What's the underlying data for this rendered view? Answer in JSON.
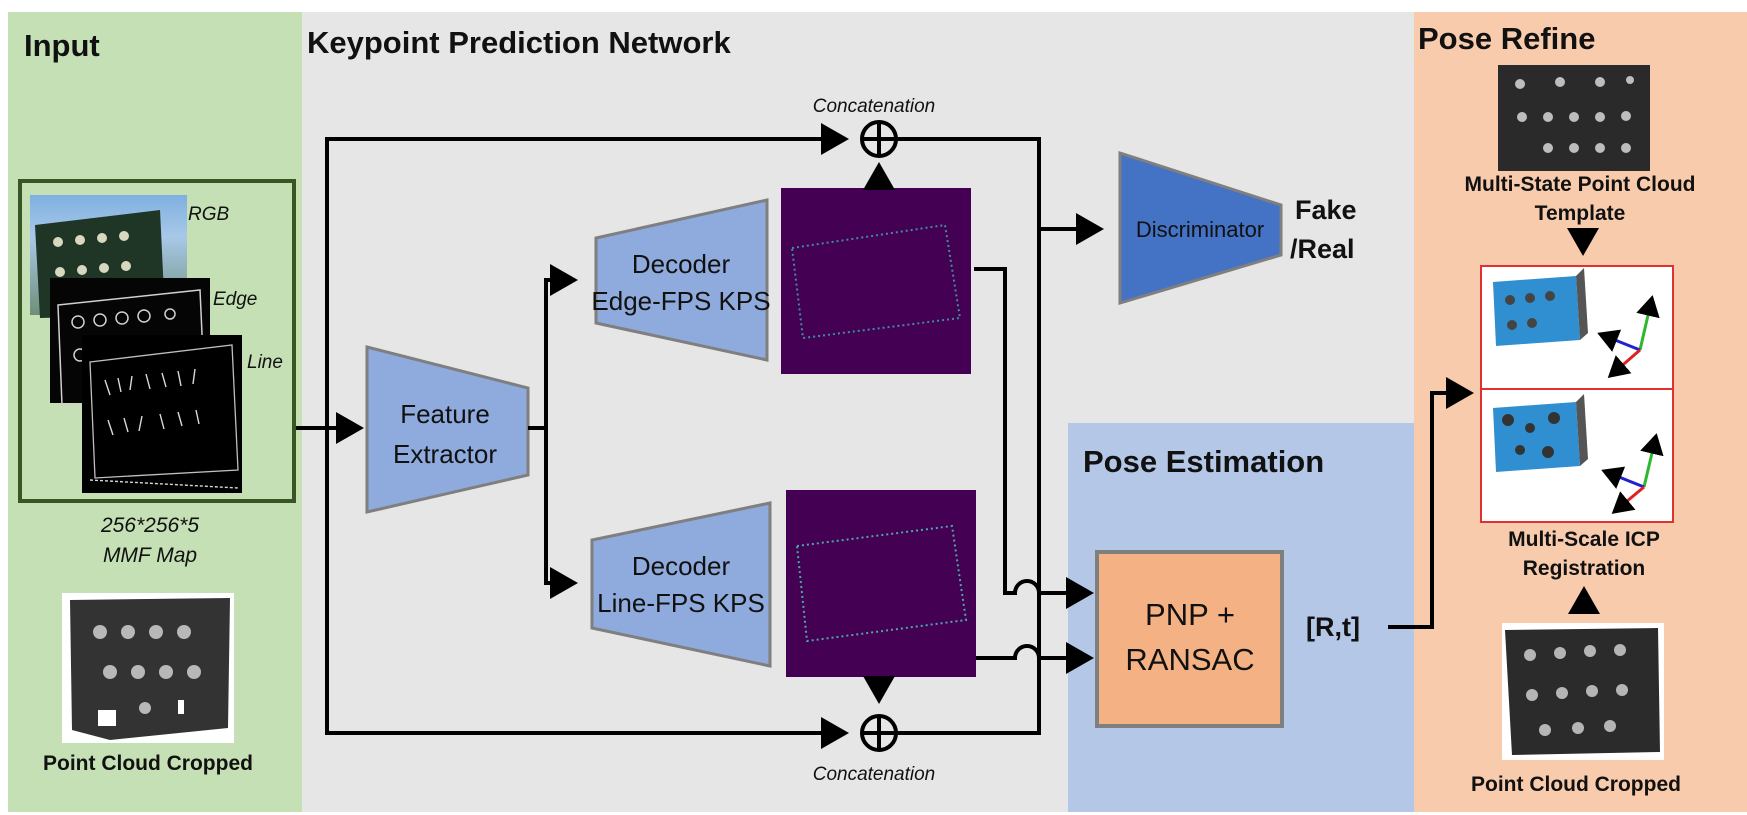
{
  "panels": {
    "input": {
      "title": "Input"
    },
    "network": {
      "title": "Keypoint Prediction Network"
    },
    "pose_estimation": {
      "title": "Pose Estimation"
    },
    "pose_refine": {
      "title": "Pose Refine"
    }
  },
  "input": {
    "layers": [
      "RGB",
      "Edge",
      "Line"
    ],
    "map_size": "256*256*5",
    "map_name": "MMF Map",
    "cloud_label": "Point Cloud Cropped"
  },
  "network": {
    "feature_extractor": [
      "Feature",
      "Extractor"
    ],
    "decoder_edge": [
      "Decoder",
      "Edge-FPS KPS"
    ],
    "decoder_line": [
      "Decoder",
      "Line-FPS KPS"
    ],
    "concat_top": "Concatenation",
    "concat_bottom": "Concatenation",
    "discriminator": "Discriminator",
    "fake_real": [
      "Fake",
      "/Real"
    ]
  },
  "pose_estimation": {
    "pnp": [
      "PNP +",
      "RANSAC"
    ],
    "output": "[R,t]"
  },
  "pose_refine": {
    "template_label": [
      "Multi-State Point Cloud",
      "Template"
    ],
    "icp_label": [
      "Multi-Scale ICP",
      "Registration"
    ],
    "cloud_label": "Point Cloud Cropped"
  },
  "colors": {
    "input_bg": "#c5e0b4",
    "network_bg": "#e7e6e6",
    "pose_est_bg": "#b4c7e7",
    "refine_bg": "#f8cbad",
    "trapezoid_light": "#8faadc",
    "trapezoid_dark": "#4472c4",
    "heatmap": "#440154",
    "pnp_box": "#f4b183"
  }
}
